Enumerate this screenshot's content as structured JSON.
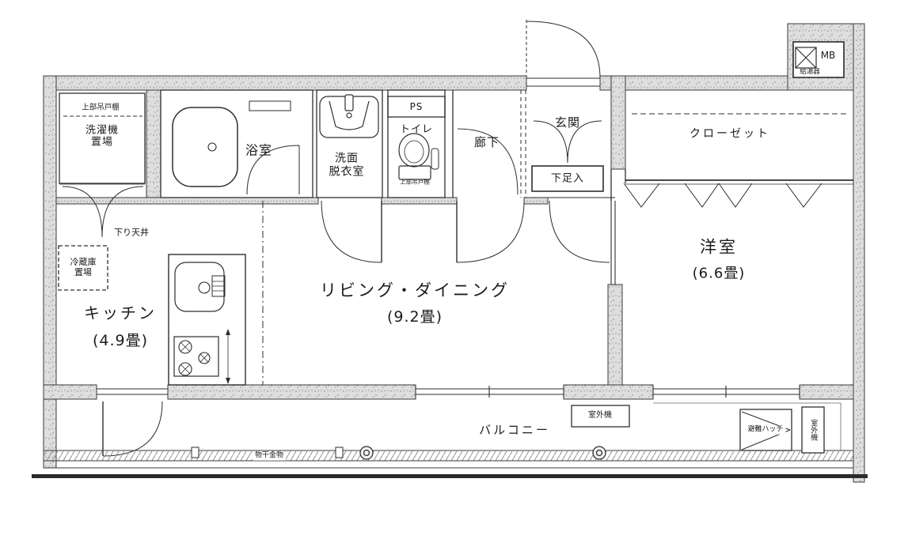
{
  "colors": {
    "wall_fill": "#dedede",
    "wall_dot": "#9a9a9a",
    "line": "#2b2b2b",
    "background": "#ffffff"
  },
  "rooms": {
    "living": {
      "name": "リビング・ダイニング",
      "size": "(9.2畳)"
    },
    "kitchen": {
      "name": "キッチン",
      "size": "(4.9畳)"
    },
    "western": {
      "name": "洋室",
      "size": "(6.6畳)"
    },
    "bathroom": {
      "name": "浴室"
    },
    "washroom": {
      "line1": "洗面",
      "line2": "脱衣室"
    },
    "toilet": {
      "name": "トイレ"
    },
    "hallway": {
      "name": "廊下"
    },
    "entrance": {
      "name": "玄関"
    },
    "closet": {
      "name": "クローゼット"
    },
    "balcony": {
      "name": "バルコニー"
    }
  },
  "fixtures": {
    "meter_box": "MB",
    "water_heater": "給湯器",
    "pipe_space": "PS",
    "shoe_cabinet": "下足入",
    "washer": {
      "line1": "洗濯機",
      "line2": "置場"
    },
    "upper_cabinet_washer": "上部吊戸棚",
    "upper_cabinet_toilet": "上部吊戸棚",
    "fridge": {
      "line1": "冷蔵庫",
      "line2": "置場"
    },
    "lowered_ceiling": "下り天井",
    "outdoor_unit_living": "室外機",
    "outdoor_unit_bedroom": "室外機",
    "evacuation_hatch": "避難ハッチ",
    "laundry_hardware": "物干金物"
  }
}
